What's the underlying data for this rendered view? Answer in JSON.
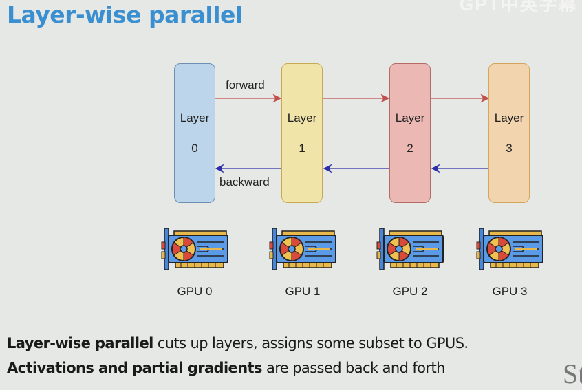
{
  "slide": {
    "title": "Layer-wise parallel",
    "watermark": "GPT中英字幕",
    "diagram": {
      "layers": [
        {
          "label": "Layer",
          "index": "0",
          "fill": "#bcd5ea",
          "border": "#6d8fb3"
        },
        {
          "label": "Layer",
          "index": "1",
          "fill": "#f1e4a9",
          "border": "#c9a94f"
        },
        {
          "label": "Layer",
          "index": "2",
          "fill": "#ecb8b4",
          "border": "#b56b67"
        },
        {
          "label": "Layer",
          "index": "3",
          "fill": "#f2d5ae",
          "border": "#d4a55a"
        }
      ],
      "forward_label": "forward",
      "backward_label": "backward",
      "forward_color": "#c0504d",
      "backward_color": "#2e2fa6"
    },
    "gpus": [
      {
        "label": "GPU 0",
        "icon": "gpu-card-icon"
      },
      {
        "label": "GPU 1",
        "icon": "gpu-card-icon"
      },
      {
        "label": "GPU 2",
        "icon": "gpu-card-icon"
      },
      {
        "label": "GPU 3",
        "icon": "gpu-card-icon"
      }
    ],
    "description": [
      {
        "bold": "Layer-wise parallel",
        "rest": " cuts up layers, assigns some subset to GPUS."
      },
      {
        "bold": "Activations and partial gradients",
        "rest": " are passed back and forth"
      }
    ],
    "logo_text": "St"
  }
}
